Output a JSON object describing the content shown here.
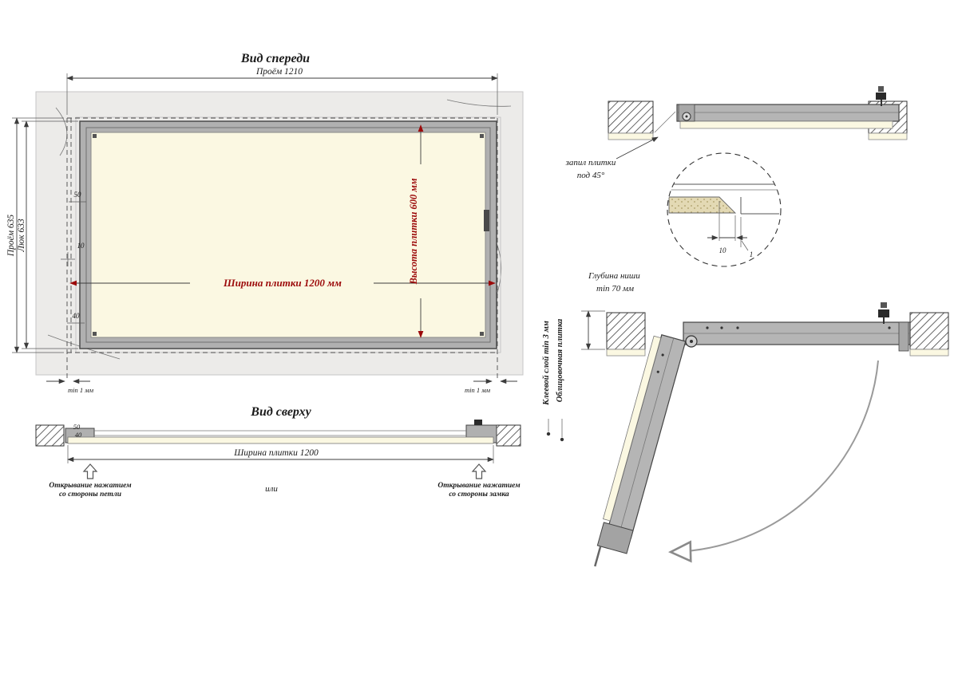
{
  "front_view": {
    "title": "Вид спереди",
    "dims": {
      "opening_width": "Проём 1210",
      "opening_height": "Проём 635",
      "hatch_height": "Люк 633",
      "d50": "50",
      "d10": "10",
      "d40": "40",
      "tile_width": "Ширина плитки 1200 мм",
      "tile_height": "Высота плитки 600 мм",
      "min_gap_left": "min 1 мм",
      "min_gap_right": "min 1 мм"
    }
  },
  "top_view": {
    "title": "Вид сверху",
    "dims": {
      "d50": "50",
      "d40": "40",
      "tile_width": "Ширина плитки 1200"
    },
    "open_hinge_l1": "Открывание нажатием",
    "open_hinge_l2": "со стороны петли",
    "or_label": "или",
    "open_lock_l1": "Открывание нажатием",
    "open_lock_l2": "со стороны замка",
    "adhesive_label": "Клеевой слой min 3 мм",
    "tile_label": "Облицовочная плитка"
  },
  "closed_section": {
    "cut_l1": "запил плитки",
    "cut_l2": "под 45°",
    "d10": "10",
    "d1": "1"
  },
  "open_section": {
    "niche_l1": "Глубина ниши",
    "niche_l2": "min 70 мм"
  },
  "colors": {
    "dim_red": "#9c0a0a",
    "line": "#3c3c3c",
    "frame_gray": "#b0b0b0",
    "tile_cream": "#fbf8e2",
    "wall_gray": "#ecebe9"
  }
}
